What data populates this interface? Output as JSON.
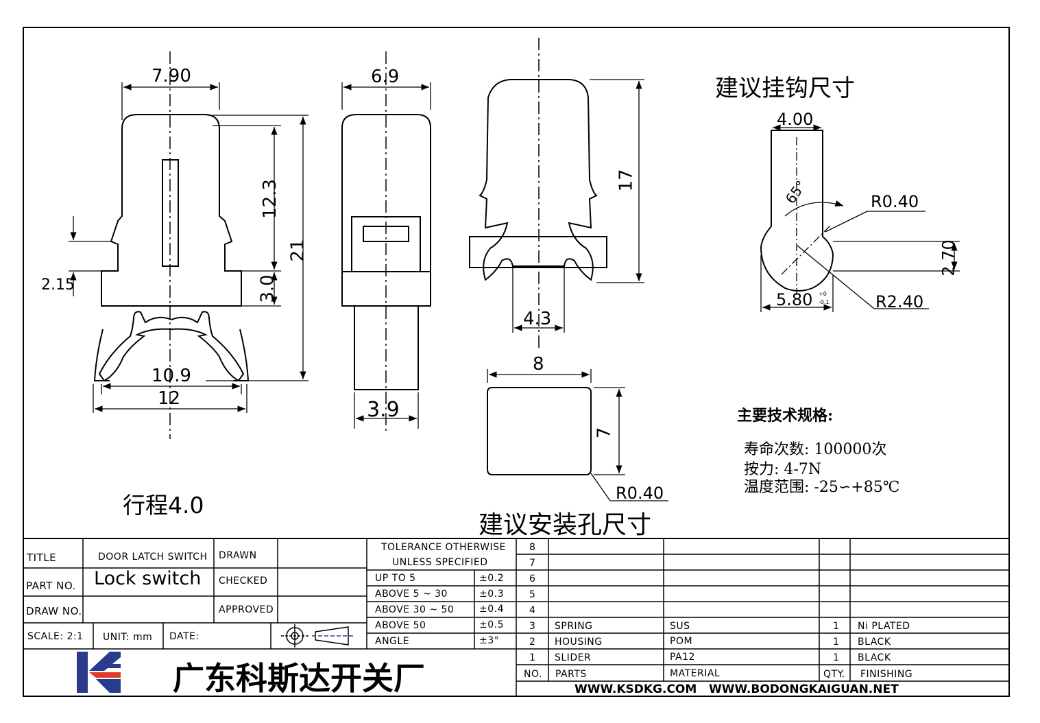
{
  "views": {
    "front": {
      "dim_top_width": "7.90",
      "dim_upper_height": "12.3",
      "dim_total_height": "21",
      "dim_step_height": "3.0",
      "dim_side_offset": "2.15",
      "dim_inner_width": "10.9",
      "dim_outer_width": "12"
    },
    "side": {
      "dim_top_width": "6.9",
      "dim_bottom_width": "3.9"
    },
    "iso": {
      "dim_height": "17",
      "dim_width": "4.3"
    },
    "hole": {
      "dim_width": "8",
      "dim_height": "7",
      "dim_radius": "R0.40",
      "title": "建议安装孔尺寸"
    },
    "hook": {
      "title": "建议挂钩尺寸",
      "dim_width": "4.00",
      "dim_angle": "65°",
      "dim_r_small": "R0.40",
      "dim_height": "2.70",
      "dim_bottom_width": "5.80",
      "dim_tol_top": "+0",
      "dim_tol_bottom": "-0.1",
      "dim_r_large": "R2.40"
    }
  },
  "stroke_label": "行程4.0",
  "specs": {
    "heading": "主要技术规格:",
    "life": "寿命次数: 100000次",
    "force": "按力: 4-7N",
    "temperature": "温度范围: -25∽+85℃"
  },
  "title_block": {
    "title_label": "TITLE",
    "title_value": "DOOR LATCH SWITCH",
    "part_no_label": "PART NO.",
    "part_no_value": "Lock switch",
    "drawing_no_label": "DRAW NO.",
    "drawn_label": "DRAWN",
    "checked_label": "CHECKED",
    "approved_label": "APPROVED",
    "scale_label": "SCALE: 2:1",
    "unit_label": "UNIT: mm",
    "date_label": "DATE:",
    "company_name": "广东科斯达开关厂",
    "websites": "WWW.KSDKG.COM   WWW.BODONGKAIGUAN.NET"
  },
  "tolerance": {
    "heading_line1": "TOLERANCE OTHERWISE",
    "heading_line2": "UNLESS SPECIFIED",
    "rows": [
      {
        "range": "UP TO 5",
        "value": "±0.2"
      },
      {
        "range": "ABOVE 5 ~ 30",
        "value": "±0.3"
      },
      {
        "range": "ABOVE 30 ~ 50",
        "value": "±0.4"
      },
      {
        "range": "ABOVE 50",
        "value": "±0.5"
      },
      {
        "range": "ANGLE",
        "value": "±3°"
      }
    ]
  },
  "bom": {
    "header": {
      "no": "NO.",
      "part": "PARTS",
      "material": "MATERIAL",
      "qty": "QTY.",
      "finishing": "FINISHING"
    },
    "rows": [
      {
        "no": "8",
        "part": "",
        "material": "",
        "qty": "",
        "finishing": ""
      },
      {
        "no": "7",
        "part": "",
        "material": "",
        "qty": "",
        "finishing": ""
      },
      {
        "no": "6",
        "part": "",
        "material": "",
        "qty": "",
        "finishing": ""
      },
      {
        "no": "5",
        "part": "",
        "material": "",
        "qty": "",
        "finishing": ""
      },
      {
        "no": "4",
        "part": "",
        "material": "",
        "qty": "",
        "finishing": ""
      },
      {
        "no": "3",
        "part": "SPRING",
        "material": "SUS",
        "qty": "1",
        "finishing": "Ni PLATED"
      },
      {
        "no": "2",
        "part": "HOUSING",
        "material": "POM",
        "qty": "1",
        "finishing": "BLACK"
      },
      {
        "no": "1",
        "part": "SLIDER",
        "material": "PA12",
        "qty": "1",
        "finishing": "BLACK"
      }
    ]
  },
  "colors": {
    "line": "#000000",
    "logo_blue": "#2a3a8c",
    "logo_red": "#e03a2a"
  }
}
